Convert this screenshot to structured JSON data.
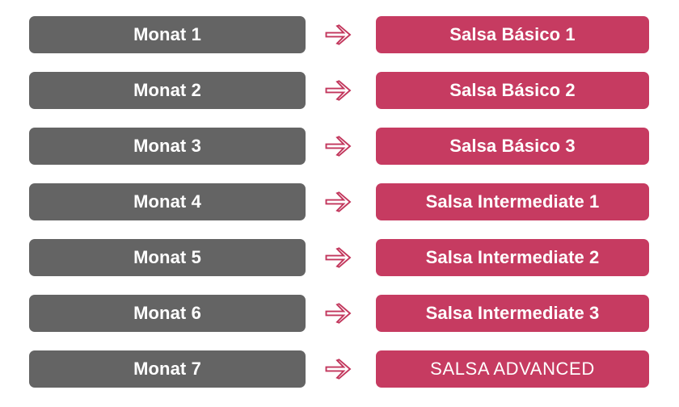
{
  "theme": {
    "background": "#ffffff",
    "month_chip_color": "#646464",
    "course_chip_color": "#c63b61",
    "arrow_color": "#c2365c",
    "chip_text_color": "#ffffff"
  },
  "progression": {
    "arrow_icon": "double-arrow-right-outline-icon",
    "rows": [
      {
        "month": "Monat 1",
        "course": "Salsa Básico 1",
        "emphasis": "bold"
      },
      {
        "month": "Monat 2",
        "course": "Salsa Básico 2",
        "emphasis": "bold"
      },
      {
        "month": "Monat 3",
        "course": "Salsa Básico 3",
        "emphasis": "bold"
      },
      {
        "month": "Monat 4",
        "course": "Salsa Intermediate 1",
        "emphasis": "bold"
      },
      {
        "month": "Monat 5",
        "course": "Salsa Intermediate 2",
        "emphasis": "bold"
      },
      {
        "month": "Monat 6",
        "course": "Salsa Intermediate 3",
        "emphasis": "bold"
      },
      {
        "month": "Monat 7",
        "course": "SALSA ADVANCED",
        "emphasis": "light"
      }
    ]
  }
}
